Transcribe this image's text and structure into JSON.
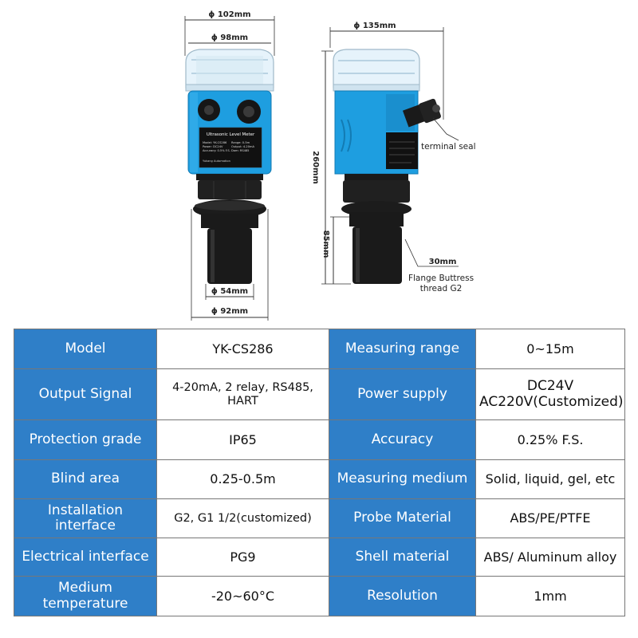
{
  "dimensions": {
    "top_outer_diameter": "ϕ 102mm",
    "top_inner_diameter": "ϕ 98mm",
    "side_diameter": "ϕ 135mm",
    "total_height": "260mm",
    "probe_height": "85mm",
    "probe_diameter": "ϕ 54mm",
    "flange_diameter": "ϕ 92mm",
    "thread_size": "30mm"
  },
  "callouts": {
    "terminal_seal": "terminal seal",
    "flange_line1": "Flange Buttress",
    "flange_line2": "thread G2"
  },
  "device_label": {
    "title": "Ultrasonic Level Meter",
    "line1": "Model: YK-CS286",
    "line2": "Power: DC24V",
    "line3": "Accuracy: 0.5% F.S.",
    "line4": "Range: 0-5m",
    "line5": "Output: 4-20mA",
    "line6": "Dam: RS485",
    "footer": "Yukang Automation"
  },
  "specs": {
    "model_label": "Model",
    "model_value": "YK-CS286",
    "range_label": "Measuring range",
    "range_value": "0~15m",
    "output_label": "Output Signal",
    "output_value": "4-20mA, 2 relay, RS485, HART",
    "power_label": "Power supply",
    "power_value_1": "DC24V",
    "power_value_2": "AC220V(Customized)",
    "protection_label": "Protection grade",
    "protection_value": "IP65",
    "accuracy_label": "Accuracy",
    "accuracy_value": "0.25% F.S.",
    "blind_label": "Blind area",
    "blind_value": "0.25-0.5m",
    "medium_label": "Measuring medium",
    "medium_value": "Solid, liquid, gel, etc",
    "install_label": "Installation interface",
    "install_value": "G2,  G1 1/2(customized)",
    "probe_label": "Probe Material",
    "probe_value": "ABS/PE/PTFE",
    "electrical_label": "Electrical interface",
    "electrical_value": "PG9",
    "shell_label": "Shell material",
    "shell_value": "ABS/ Aluminum alloy",
    "temperature_label_1": "Medium",
    "temperature_label_2": "temperature",
    "temperature_value": "-20~60°C",
    "resolution_label": "Resolution",
    "resolution_value": "1mm"
  },
  "colors": {
    "table_header_blue": "#2f7fc8",
    "housing_blue": "#1e9ee0",
    "probe_black": "#1a1a1a"
  }
}
